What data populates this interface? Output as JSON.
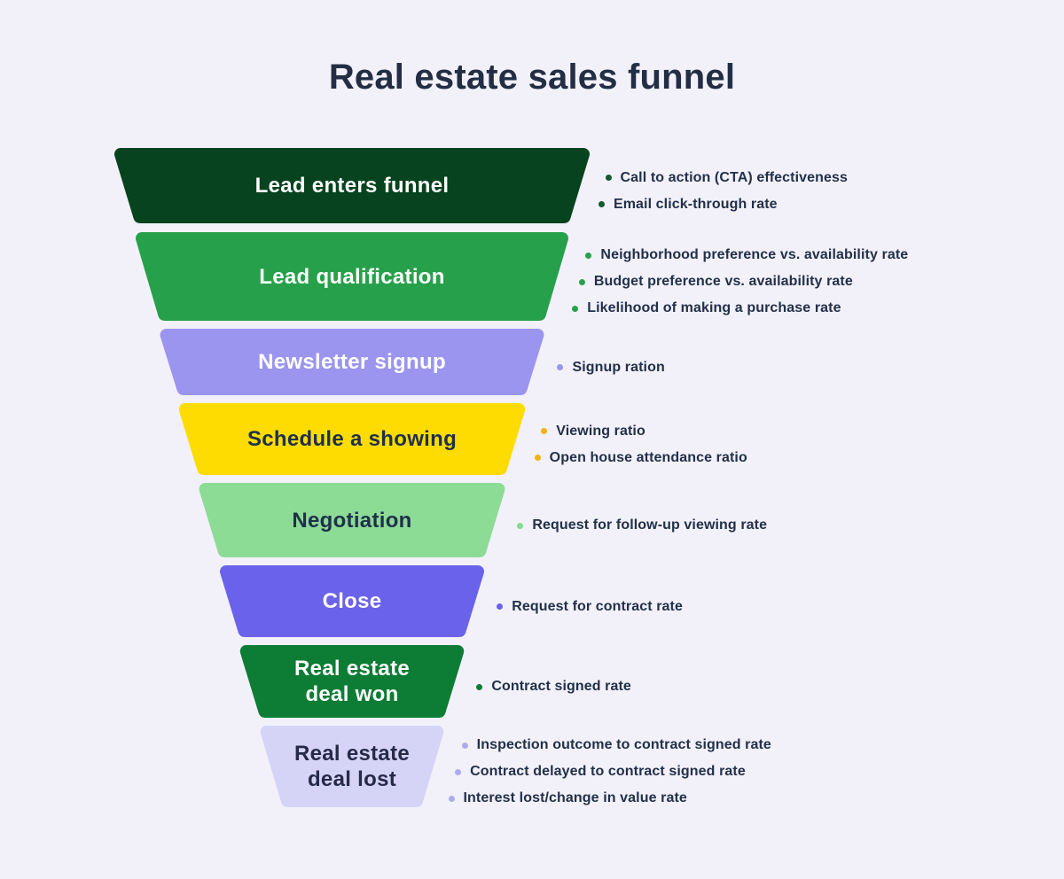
{
  "title": "Real estate sales funnel",
  "colors": {
    "background": "#f2f1f9",
    "title_text": "#232e45",
    "bullet_text": "#22304a"
  },
  "stages": [
    {
      "label": "Lead enters funnel",
      "lines": [
        "Lead enters funnel"
      ],
      "fill": "#07431f",
      "label_color": "#ffffff",
      "dot_color": "#155930",
      "bullets": [
        "Call to action (CTA) effectiveness",
        "Email click-through rate"
      ]
    },
    {
      "label": "Lead qualification",
      "lines": [
        "Lead qualification"
      ],
      "fill": "#27a04b",
      "label_color": "#ffffff",
      "dot_color": "#27a04b",
      "bullets": [
        "Neighborhood preference vs. availability rate",
        "Budget preference vs. availability rate",
        "Likelihood of making a purchase rate"
      ]
    },
    {
      "label": "Newsletter signup",
      "lines": [
        "Newsletter signup"
      ],
      "fill": "#9b95ef",
      "label_color": "#ffffff",
      "dot_color": "#9b95ef",
      "bullets": [
        "Signup ration"
      ]
    },
    {
      "label": "Schedule a showing",
      "lines": [
        "Schedule a showing"
      ],
      "fill": "#ffdc01",
      "label_color": "#20304b",
      "dot_color": "#eeb413",
      "bullets": [
        "Viewing ratio",
        "Open house attendance ratio"
      ]
    },
    {
      "label": "Negotiation",
      "lines": [
        "Negotiation"
      ],
      "fill": "#8cdc96",
      "label_color": "#20304b",
      "dot_color": "#86da92",
      "bullets": [
        "Request for follow-up viewing rate"
      ]
    },
    {
      "label": "Close",
      "lines": [
        "Close"
      ],
      "fill": "#6a62ea",
      "label_color": "#ffffff",
      "dot_color": "#6a62ea",
      "bullets": [
        "Request for contract rate"
      ]
    },
    {
      "label": "Real estate deal won",
      "lines": [
        "Real estate",
        "deal won"
      ],
      "fill": "#0d7c35",
      "label_color": "#ffffff",
      "dot_color": "#0d7c35",
      "bullets": [
        "Contract signed rate"
      ]
    },
    {
      "label": "Real estate deal lost",
      "lines": [
        "Real estate",
        "deal lost"
      ],
      "fill": "#d5d4f7",
      "label_color": "#262a47",
      "dot_color": "#aeace8",
      "bullets": [
        "Inspection outcome to contract signed rate",
        "Contract delayed to contract signed rate",
        "Interest lost/change in value rate"
      ]
    }
  ]
}
